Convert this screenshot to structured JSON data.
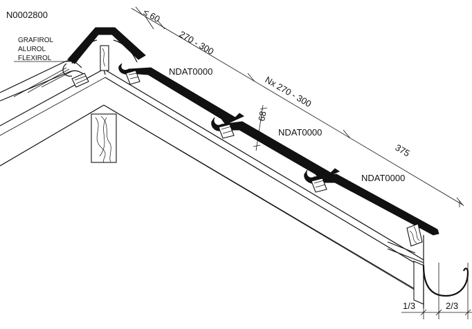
{
  "labels": {
    "ref_code": "N0002800",
    "materials": [
      "GRAFIROL",
      "ALUROL",
      "FLEXIROL"
    ],
    "tile_upper": "NDAT0000",
    "tile_middle": "NDAT0000",
    "tile_lower": "NDAT0000"
  },
  "dimensions": {
    "top_gap": "≤ 60",
    "first_batten": "270 - 300",
    "batten_spacing": "Nx 270 - 300",
    "eaves": "375",
    "overlap": "68",
    "gutter_left": "1/3",
    "gutter_right": "2/3"
  },
  "colors": {
    "ink": "#111111",
    "paper": "#ffffff"
  }
}
